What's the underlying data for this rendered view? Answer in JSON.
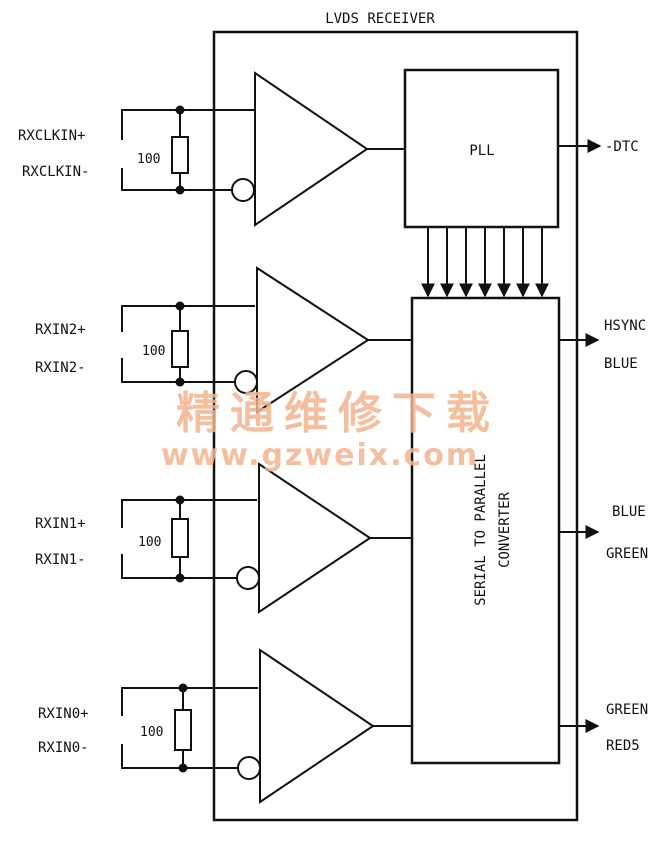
{
  "title": "LVDS RECEIVER",
  "pll_label": "PLL",
  "converter_label": [
    "SERIAL TO PARALLEL",
    "CONVERTER"
  ],
  "output_dtc": "-DTC",
  "channels": [
    {
      "plus": "RXCLKIN+",
      "minus": "RXCLKIN-",
      "resistor": "100"
    },
    {
      "plus": "RXIN2+",
      "minus": "RXIN2-",
      "resistor": "100",
      "out_top": "HSYNC",
      "out_bottom": "BLUE"
    },
    {
      "plus": "RXIN1+",
      "minus": "RXIN1-",
      "resistor": "100",
      "out_top": "BLUE",
      "out_bottom": "GREEN"
    },
    {
      "plus": "RXIN0+",
      "minus": "RXIN0-",
      "resistor": "100",
      "out_top": "GREEN",
      "out_bottom": "RED5"
    }
  ],
  "watermark": {
    "text": "精通维修下载",
    "url": "www.gzweix.com"
  },
  "colors": {
    "line": "#111111",
    "watermark": "#f2b48f"
  }
}
